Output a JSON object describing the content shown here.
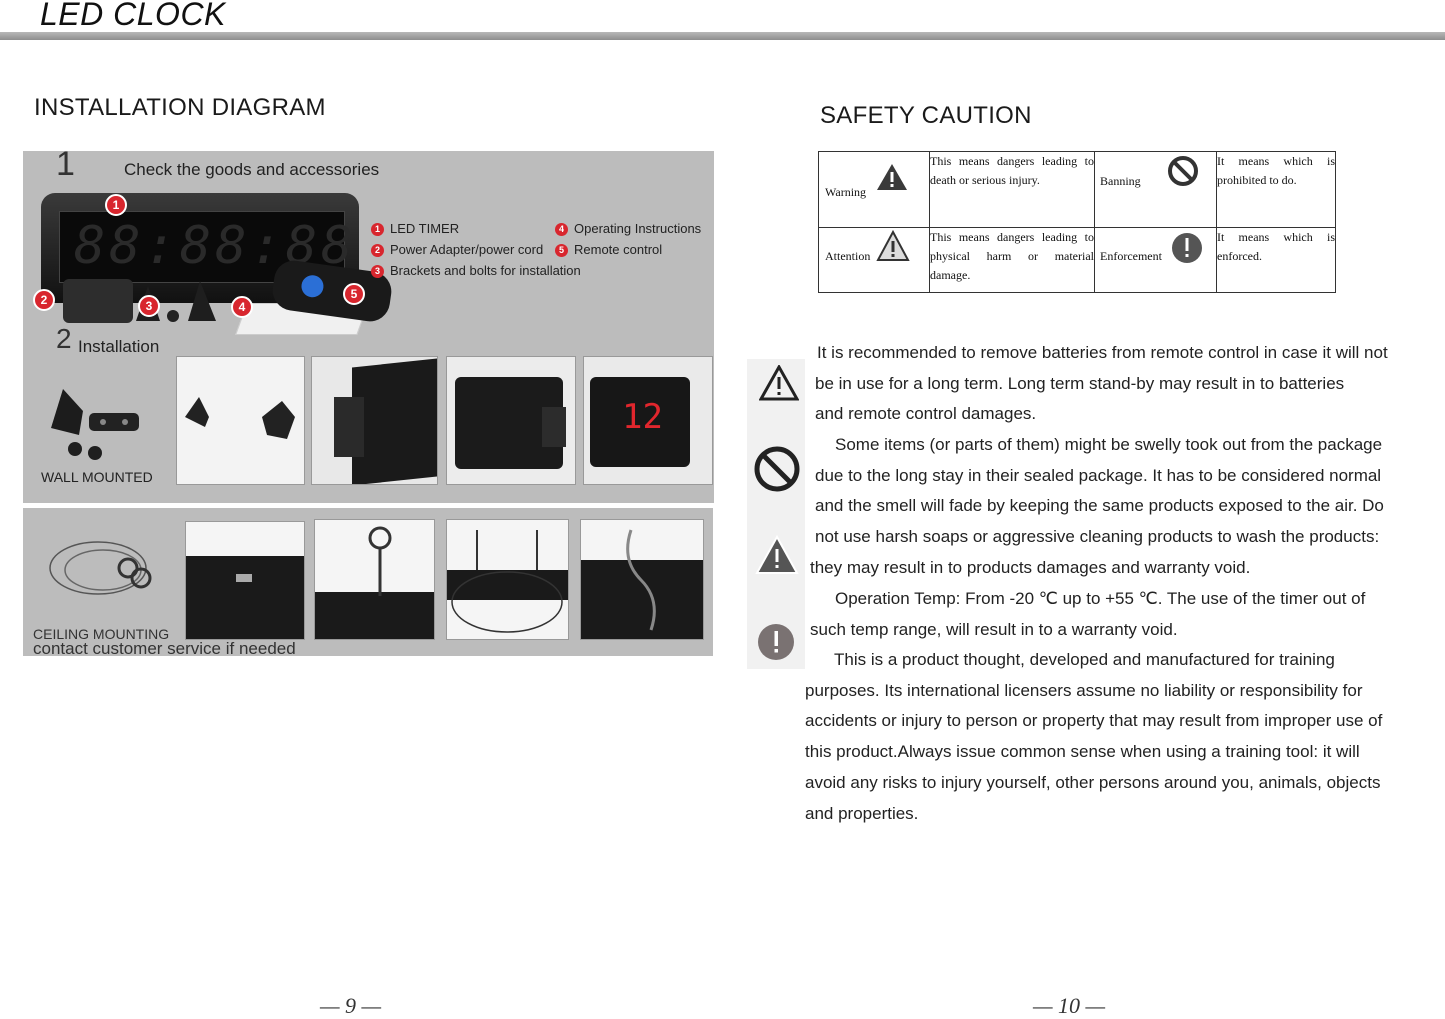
{
  "header": {
    "title": "LED CLOCK"
  },
  "left_page": {
    "section_title": "INSTALLATION DIAGRAM",
    "step1": {
      "number": "1",
      "title": "Check the goods and  accessories"
    },
    "clock_display": "88:88:88",
    "accessories": [
      {
        "num": "1",
        "label": "LED TIMER"
      },
      {
        "num": "2",
        "label": "Power Adapter/power cord"
      },
      {
        "num": "3",
        "label": "Brackets and bolts for installation"
      },
      {
        "num": "4",
        "label": "Operating   Instructions"
      },
      {
        "num": "5",
        "label": "Remote control"
      }
    ],
    "badges": [
      "1",
      "2",
      "3",
      "4",
      "5"
    ],
    "step2": {
      "number": "2",
      "title": "Installation"
    },
    "wall_mounted": "WALL MOUNTED",
    "display_12": "12",
    "ceiling_mounting": "CEILING MOUNTING",
    "contact_note": "contact customer service if needed",
    "page_number": "—  9  —"
  },
  "right_page": {
    "section_title": "SAFETY CAUTION",
    "table": [
      {
        "label": "Warning",
        "icon": "warning-triangle-icon",
        "desc": "This means dangers leading to death or serious injury.",
        "label2": "Banning",
        "icon2": "prohibition-icon",
        "desc2": "It means which is prohibited to do."
      },
      {
        "label": "Attention",
        "icon": "attention-triangle-icon",
        "desc": "This means dangers leading to physical harm or material damage.",
        "label2": "Enforcement",
        "icon2": "exclamation-circle-icon",
        "desc2": "It means which is enforced."
      }
    ],
    "paragraphs": [
      {
        "lines": [
          "It is recommended to remove batteries from remote control in case it will not",
          "be in use for a long term. Long term stand-by may result in to batteries",
          "and remote control damages."
        ]
      },
      {
        "lines": [
          "Some items (or parts of them) might be swelly took out from  the package",
          "due to the long stay in their sealed package. It has to be considered normal",
          "and the smell will fade by keeping the same products exposed to the air. Do",
          "not use harsh soaps or aggressive cleaning products to wash the products:",
          "they may result in to products damages and warranty void."
        ]
      },
      {
        "lines": [
          "Operation Temp: From -20 ℃ up to +55 ℃. The use of the timer out of",
          "such temp range, will result in to a warranty void."
        ]
      },
      {
        "lines": [
          "This is a product thought, developed and manufactured for training",
          "purposes. Its international licensers assume no liability or responsibility for",
          "accidents or injury to person or property that may result from improper use of",
          "this product.Always issue common sense when using a training tool: it will",
          "avoid any risks to injury yourself, other persons around you, animals, objects",
          "and properties."
        ]
      }
    ],
    "page_number": "—  10  —"
  }
}
